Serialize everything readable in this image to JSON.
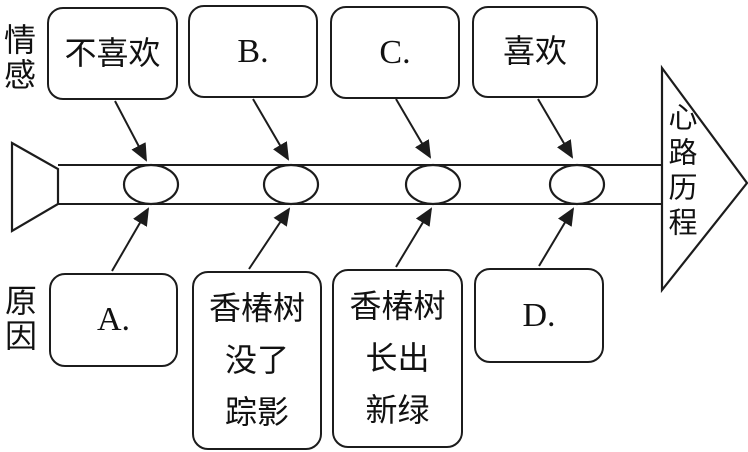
{
  "colors": {
    "ink": "#1c1c1c",
    "background": "#ffffff"
  },
  "diagram": {
    "emotion_label": "情感",
    "reason_label": "原因",
    "arrow_title": "心路历程",
    "emotion_boxes": [
      {
        "label": "不喜欢"
      },
      {
        "label": "B."
      },
      {
        "label": "C."
      },
      {
        "label": "喜欢"
      }
    ],
    "reason_boxes": [
      {
        "lines": [
          "A."
        ]
      },
      {
        "lines": [
          "香椿树",
          "没了",
          "踪影"
        ]
      },
      {
        "lines": [
          "香椿树",
          "长出",
          "新绿"
        ]
      },
      {
        "lines": [
          "D."
        ]
      }
    ]
  }
}
